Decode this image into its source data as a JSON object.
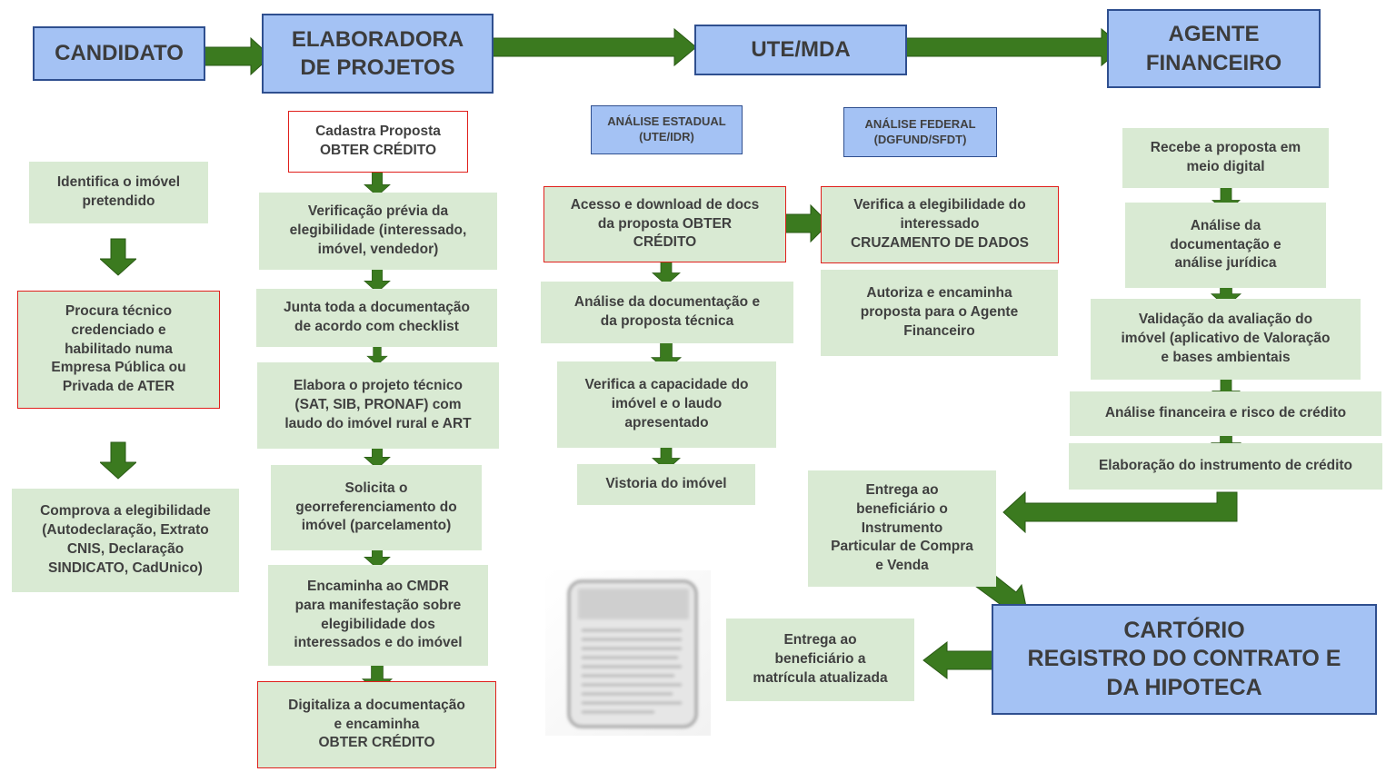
{
  "headers": {
    "candidato": "CANDIDATO",
    "elaboradora": "ELABORADORA\nDE PROJETOS",
    "ute": "UTE/MDA",
    "agente": "AGENTE\nFINANCEIRO"
  },
  "sub_headers": {
    "estadual": "ANÁLISE ESTADUAL\n(UTE/IDR)",
    "federal": "ANÁLISE FEDERAL\n(DGFUND/SFDT)"
  },
  "candidato_steps": [
    "Identifica o imóvel\npretendido",
    "Procura técnico\ncredenciado e\nhabilitado numa\nEmpresa Pública ou\nPrivada de ATER",
    "Comprova a elegibilidade\n(Autodeclaração, Extrato\nCNIS, Declaração\nSINDICATO, CadUnico)"
  ],
  "elaboradora_steps": [
    "Cadastra Proposta\nOBTER CRÉDITO",
    "Verificação prévia da\nelegibilidade (interessado,\nimóvel, vendedor)",
    "Junta toda a documentação\nde acordo com checklist",
    "Elabora o projeto técnico\n(SAT, SIB, PRONAF) com\nlaudo do imóvel rural e ART",
    "Solicita o\ngeorreferenciamento do\nimóvel (parcelamento)",
    "Encaminha ao CMDR\npara manifestação sobre\nelegibilidade dos\ninteressados e do imóvel",
    "Digitaliza a documentação\ne encaminha\nOBTER CRÉDITO"
  ],
  "estadual_steps": [
    "Acesso e download de docs\nda proposta OBTER\nCRÉDITO",
    "Análise da documentação e\nda proposta técnica",
    "Verifica a capacidade do\nimóvel e o laudo\napresentado",
    "Vistoria do imóvel"
  ],
  "federal_steps": [
    "Verifica a elegibilidade do\ninteressado\nCRUZAMENTO DE DADOS",
    "Autoriza e encaminha\nproposta para o Agente\nFinanceiro"
  ],
  "agente_steps": [
    "Recebe a proposta em\nmeio digital",
    "Análise da\ndocumentação e\nanálise jurídica",
    "Validação da avaliação do\nimóvel (aplicativo de Valoração\ne bases ambientais",
    "Análise financeira e risco de crédito",
    "Elaboração do instrumento de crédito"
  ],
  "entrega_instrumento": "Entrega ao\nbeneficiário o\nInstrumento\nParticular de Compra\ne Venda",
  "cartorio": "CARTÓRIO\nREGISTRO DO CONTRATO E\nDA HIPOTECA",
  "entrega_matricula": "Entrega ao\nbeneficiário a\nmatrícula atualizada",
  "colors": {
    "header_fill": "#a4c2f4",
    "header_border": "#2f4f8f",
    "step_fill": "#d9ead3",
    "highlight_border": "#e0201c",
    "arrow": "#3b7a1f"
  }
}
